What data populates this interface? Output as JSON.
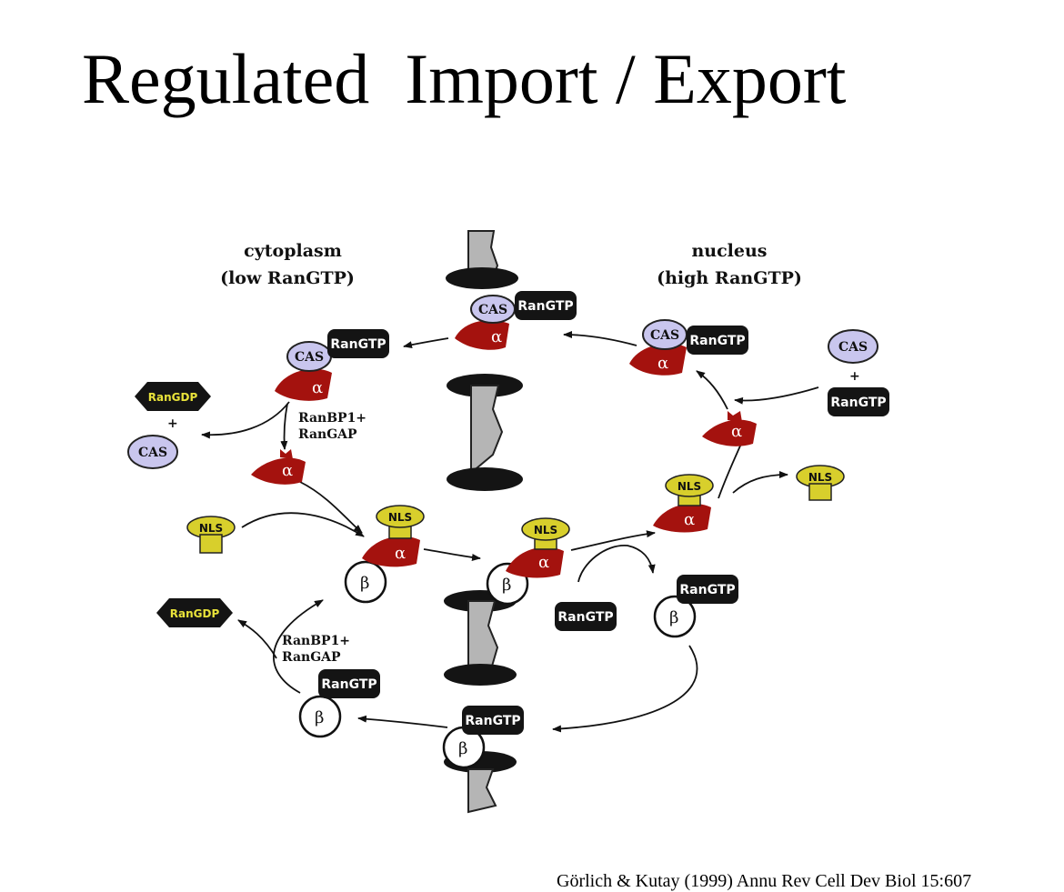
{
  "title": "Regulated  Import / Export",
  "citation": "Görlich & Kutay (1999) Annu Rev Cell Dev Biol 15:607",
  "labels": {
    "cytoplasm": "cytoplasm",
    "cytoplasm_sub": "(low  RanGTP)",
    "nucleus": "nucleus",
    "nucleus_sub": "(high  RanGTP)",
    "ranbp1_a": "RanBP1+",
    "rangap_a": "RanGAP",
    "ranbp1_b": "RanBP1+",
    "rangap_b": "RanGAP",
    "plus": "+"
  },
  "molecules": {
    "cas": "CAS",
    "rangtp": "RanGTP",
    "rangdp": "RanGDP",
    "nls": "NLS",
    "alpha": "α",
    "beta": "β"
  },
  "colors": {
    "cas": "#c9c6ee",
    "alpha": "#a4120e",
    "nls": "#d8cf2c",
    "pore": "#b5b5b5",
    "dark": "#141414"
  }
}
